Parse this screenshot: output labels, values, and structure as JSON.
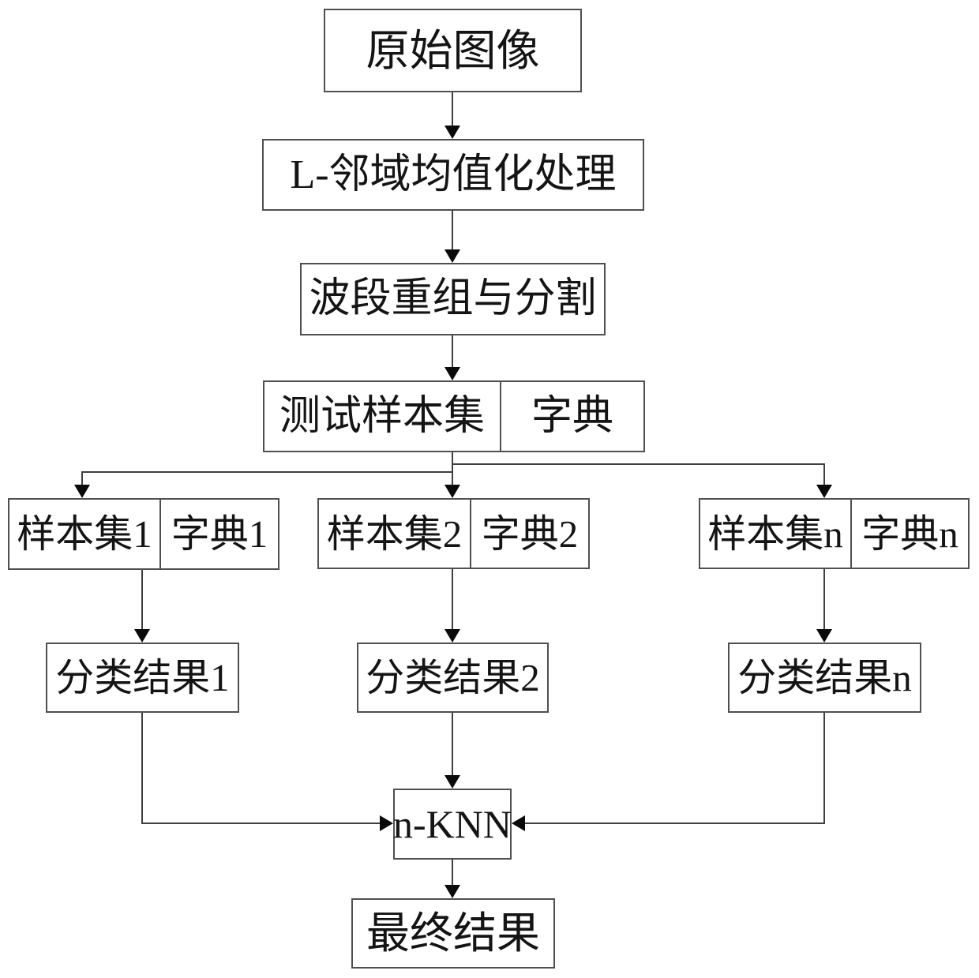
{
  "nodes": {
    "original": {
      "label": "原始图像"
    },
    "lmean": {
      "label": "L-邻域均值化处理"
    },
    "band": {
      "label": "波段重组与分割"
    },
    "test": {
      "label": "测试样本集",
      "dict": "字典"
    },
    "s1": {
      "label": "样本集1",
      "dict": "字典1"
    },
    "s2": {
      "label": "样本集2",
      "dict": "字典2"
    },
    "sn": {
      "label": "样本集n",
      "dict": "字典n"
    },
    "r1": {
      "label": "分类结果1"
    },
    "r2": {
      "label": "分类结果2"
    },
    "rn": {
      "label": "分类结果n"
    },
    "knn": {
      "label": "n-KNN"
    },
    "final": {
      "label": "最终结果"
    }
  },
  "colors": {
    "background": "#ffffff",
    "box_border": "#4f4f4f",
    "connector": "#3f3f3f",
    "arrowhead": "#0a0a0a",
    "text": "#141414"
  }
}
